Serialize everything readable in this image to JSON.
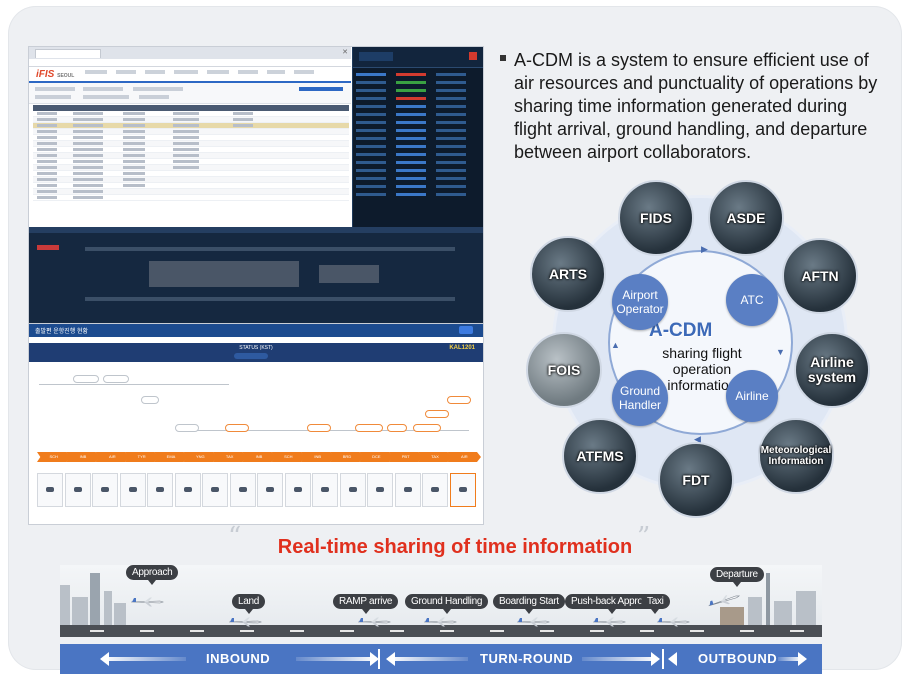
{
  "bullet": {
    "text": "A-CDM is a system to ensure efficient use of air resources and punctuality of operations by sharing time information generated during flight arrival, ground handling, and departure between airport collaborators."
  },
  "screens": {
    "logo_main": "iFIS",
    "logo_sub": "SEOUL",
    "status_title": "STATUS (KST)",
    "flight_id": "KAL1201",
    "status_section_title": "출발편 운항진행 현황",
    "flow_labels": [
      "SCH",
      "INB",
      "AIR",
      "TYR",
      "EMA",
      "YNG",
      "TAX",
      "INB",
      "SCH",
      "INB",
      "BRD",
      "DCE",
      "PBT",
      "TAX",
      "AIR"
    ]
  },
  "diagram": {
    "center_title": "A-CDM",
    "center_subtitle": "sharing flight operation information",
    "inner_nodes": [
      "Airport Operator",
      "ATC",
      "Airline",
      "Ground Handler"
    ],
    "outer_nodes": [
      "FIDS",
      "ASDE",
      "AFTN",
      "Airline system",
      "Meteorological Information",
      "FDT",
      "ATFMS",
      "FOIS",
      "ARTS"
    ]
  },
  "timeline": {
    "title": "Real-time sharing of time information",
    "open_quote": "“",
    "close_quote": "”",
    "events": [
      "Approach",
      "Land",
      "RAMP arrive",
      "Ground Handling",
      "Boarding Start",
      "Push-back Approve",
      "Taxi",
      "Departure"
    ],
    "phases": [
      "INBOUND",
      "TURN-ROUND",
      "OUTBOUND"
    ]
  },
  "colors": {
    "accent_red": "#e0301e",
    "ring_blue": "#5a7fc4",
    "flow_orange": "#f07c1c",
    "band_blue": "#4a75c3"
  }
}
